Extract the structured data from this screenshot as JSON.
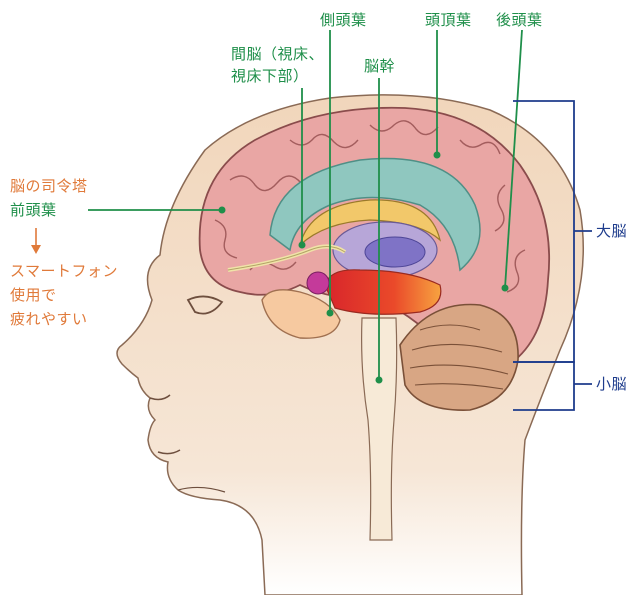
{
  "labels": {
    "command_tower": "脳の司令塔",
    "frontal_lobe": "前頭葉",
    "smartphone_line1": "スマートフォン",
    "smartphone_line2": "使用で",
    "smartphone_line3": "疲れやすい",
    "diencephalon_line1": "間脳（視床、",
    "diencephalon_line2": "視床下部）",
    "temporal_lobe": "側頭葉",
    "brainstem": "脳幹",
    "parietal_lobe": "頭頂葉",
    "occipital_lobe": "後頭葉",
    "cerebrum": "大脳",
    "cerebellum": "小脳"
  },
  "colors": {
    "green_label": "#1f8f4a",
    "orange_label": "#e07a3a",
    "blue_bracket": "#1e3c8c",
    "skin": "#f3d9c0",
    "brain": "#e8a2a2",
    "limbic_teal": "#8fc7bf",
    "brainstem_red": "#e43a2a"
  }
}
